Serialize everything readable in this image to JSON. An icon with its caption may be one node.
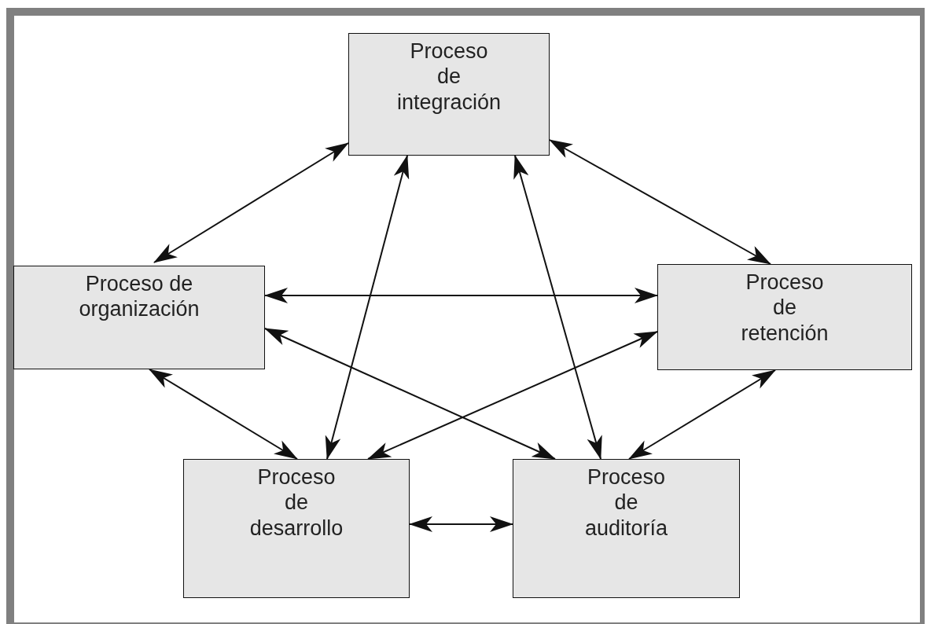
{
  "diagram": {
    "nodes": [
      {
        "text": [
          "Proceso de integración"
        ]
      },
      {
        "text": [
          "Proceso de organización"
        ]
      },
      {
        "text": [
          "Proceso de retención"
        ]
      },
      {
        "text": [
          "Proceso de desarrollo"
        ]
      },
      {
        "text": [
          "Proceso de auditoría"
        ]
      }
    ],
    "edges": [
      {
        "from": 0,
        "to": 1,
        "arrow": "both"
      },
      {
        "from": 0,
        "to": 2,
        "arrow": "both"
      },
      {
        "from": 0,
        "to": 3,
        "arrow": "both"
      },
      {
        "from": 0,
        "to": 4,
        "arrow": "both"
      },
      {
        "from": 1,
        "to": 2,
        "arrow": "both"
      },
      {
        "from": 1,
        "to": 4,
        "arrow": "both"
      },
      {
        "from": 2,
        "to": 3,
        "arrow": "both"
      },
      {
        "from": 1,
        "to": 3,
        "arrow": "both"
      },
      {
        "from": 2,
        "to": 4,
        "arrow": "both"
      },
      {
        "from": 3,
        "to": 4,
        "arrow": "both"
      }
    ]
  }
}
